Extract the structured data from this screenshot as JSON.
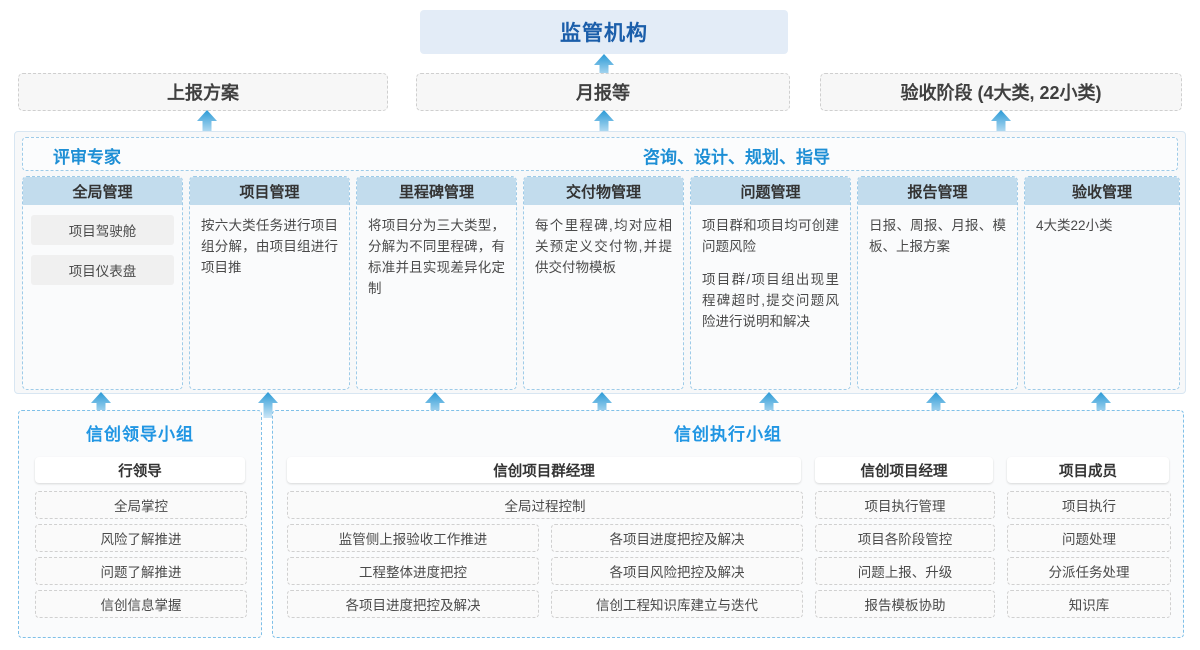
{
  "top": {
    "title": "监管机构",
    "reports": [
      {
        "label": "上报方案"
      },
      {
        "label": "月报等"
      },
      {
        "label": "验收阶段 (4大类, 22小类)"
      }
    ]
  },
  "middle": {
    "header_left": "评审专家",
    "header_right": "咨询、设计、规划、指导",
    "columns": [
      {
        "title": "全局管理",
        "paragraphs": [],
        "pills": [
          "项目驾驶舱",
          "项目仪表盘"
        ]
      },
      {
        "title": "项目管理",
        "paragraphs": [
          "按六大类任务进行项目组分解，由项目组进行项目推"
        ],
        "pills": []
      },
      {
        "title": "里程碑管理",
        "paragraphs": [
          "将项目分为三大类型，分解为不同里程碑，有标准并且实现差异化定制"
        ],
        "pills": []
      },
      {
        "title": "交付物管理",
        "paragraphs": [
          "每个里程碑,均对应相关预定义交付物,并提供交付物模板"
        ],
        "pills": []
      },
      {
        "title": "问题管理",
        "paragraphs": [
          "项目群和项目均可创建问题风险",
          "项目群/项目组出现里程碑超时,提交问题风险进行说明和解决"
        ],
        "pills": []
      },
      {
        "title": "报告管理",
        "paragraphs": [
          "日报、周报、月报、模板、上报方案"
        ],
        "pills": []
      },
      {
        "title": "验收管理",
        "paragraphs": [
          "4大类22小类"
        ],
        "pills": []
      }
    ]
  },
  "bottom": {
    "groups": [
      {
        "title": "信创领导小组",
        "roles": [
          {
            "name": "行领导",
            "tasks": [
              "全局掌控",
              "风险了解推进",
              "问题了解推进",
              "信创信息掌握"
            ]
          }
        ]
      },
      {
        "title": "信创执行小组",
        "roles": [
          {
            "name": "信创项目群经理",
            "tasks_full": [
              "全局过程控制"
            ],
            "tasks_left": [
              "监管侧上报验收工作推进",
              "工程整体进度把控",
              "各项目进度把控及解决"
            ],
            "tasks_right": [
              "各项目进度把控及解决",
              "各项目风险把控及解决",
              "信创工程知识库建立与迭代"
            ]
          },
          {
            "name": "信创项目经理",
            "tasks": [
              "项目执行管理",
              "项目各阶段管控",
              "问题上报、升级",
              "报告模板协助"
            ]
          },
          {
            "name": "项目成员",
            "tasks": [
              "项目执行",
              "问题处理",
              "分派任务处理",
              "知识库"
            ]
          }
        ]
      }
    ]
  },
  "colors": {
    "accent": "#2196e3",
    "title_blue": "#1b5eaa",
    "header_fill": "#c2dced",
    "band_bg": "#f7f8f9",
    "arrow_top": "#2a9ad6",
    "arrow_bottom": "#cde7f7"
  }
}
